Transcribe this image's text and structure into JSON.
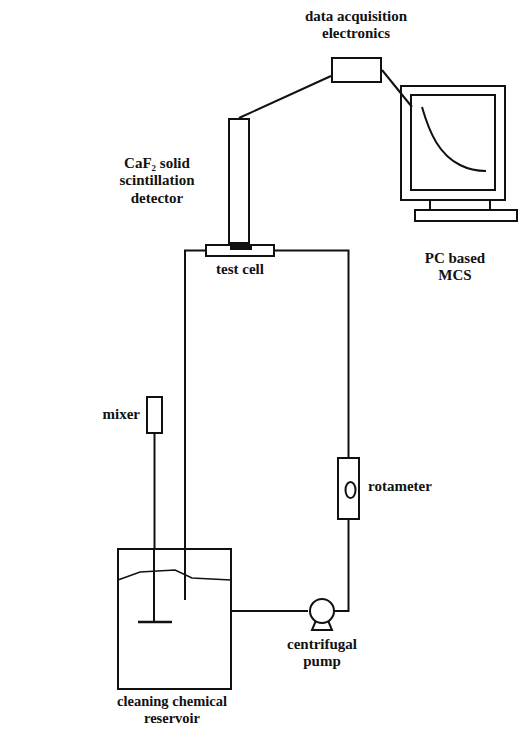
{
  "diagram": {
    "nodes": [
      {
        "text": [
          "data acquisition electronics"
        ]
      },
      {
        "text": [
          "PC based MCS"
        ]
      },
      {
        "text": [
          "CaF₂ solid scintillation detector"
        ]
      },
      {
        "text": [
          "test cell"
        ]
      },
      {
        "text": [
          "mixer"
        ]
      },
      {
        "text": [
          "rotameter"
        ]
      },
      {
        "text": [
          "cleaning chemical reservoir"
        ]
      },
      {
        "text": [
          "centrifugal pump"
        ]
      }
    ],
    "edges": [
      {
        "from": 2,
        "to": 0,
        "arrow": "none"
      },
      {
        "from": 0,
        "to": 1,
        "arrow": "none"
      },
      {
        "from": 3,
        "to": 5,
        "arrow": "none"
      },
      {
        "from": 5,
        "to": 7,
        "arrow": "none"
      },
      {
        "from": 7,
        "to": 6,
        "arrow": "none"
      },
      {
        "from": 6,
        "to": 3,
        "arrow": "none"
      },
      {
        "from": 4,
        "to": 6,
        "arrow": "none"
      }
    ]
  }
}
